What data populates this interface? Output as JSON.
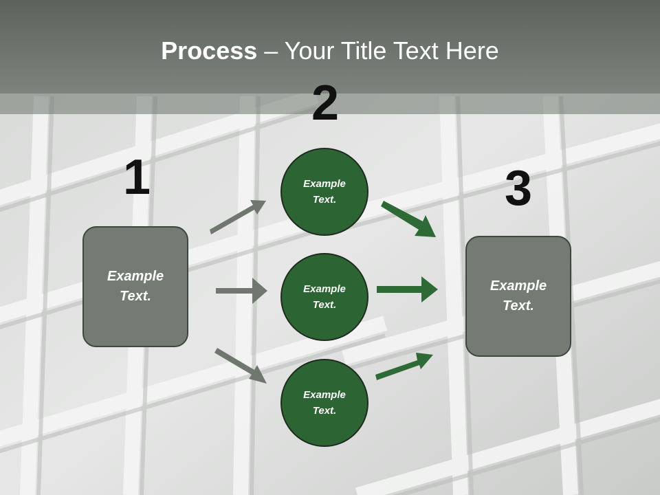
{
  "title": {
    "bold": "Process",
    "rest": " – Your Title Text Here"
  },
  "steps": [
    {
      "number": "1",
      "text": "Example Text."
    },
    {
      "number": "2",
      "text": "Example Text."
    },
    {
      "number": "3",
      "text": "Example Text."
    }
  ],
  "circles": [
    {
      "text": "Example Text."
    },
    {
      "text": "Example Text."
    },
    {
      "text": "Example Text."
    }
  ],
  "colors": {
    "box_fill": "#737b73",
    "circle_fill": "#2d6433",
    "arrow_gray": "#6f776f",
    "arrow_green": "#2e6a35",
    "title_bar": "#6c726c"
  }
}
